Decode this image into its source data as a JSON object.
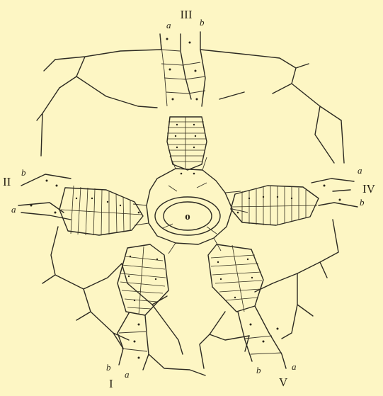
{
  "figure": {
    "background_color": "#fdf6c4",
    "ink_color": "#2d2a22"
  },
  "labels": {
    "center": "o",
    "ambulacra": [
      {
        "numeral": "III",
        "a": "a",
        "b": "b"
      },
      {
        "numeral": "II",
        "a": "a",
        "b": "b"
      },
      {
        "numeral": "IV",
        "a": "a",
        "b": "b"
      },
      {
        "numeral": "I",
        "a": "a",
        "b": "b"
      },
      {
        "numeral": "V",
        "a": "a",
        "b": "b"
      }
    ]
  }
}
